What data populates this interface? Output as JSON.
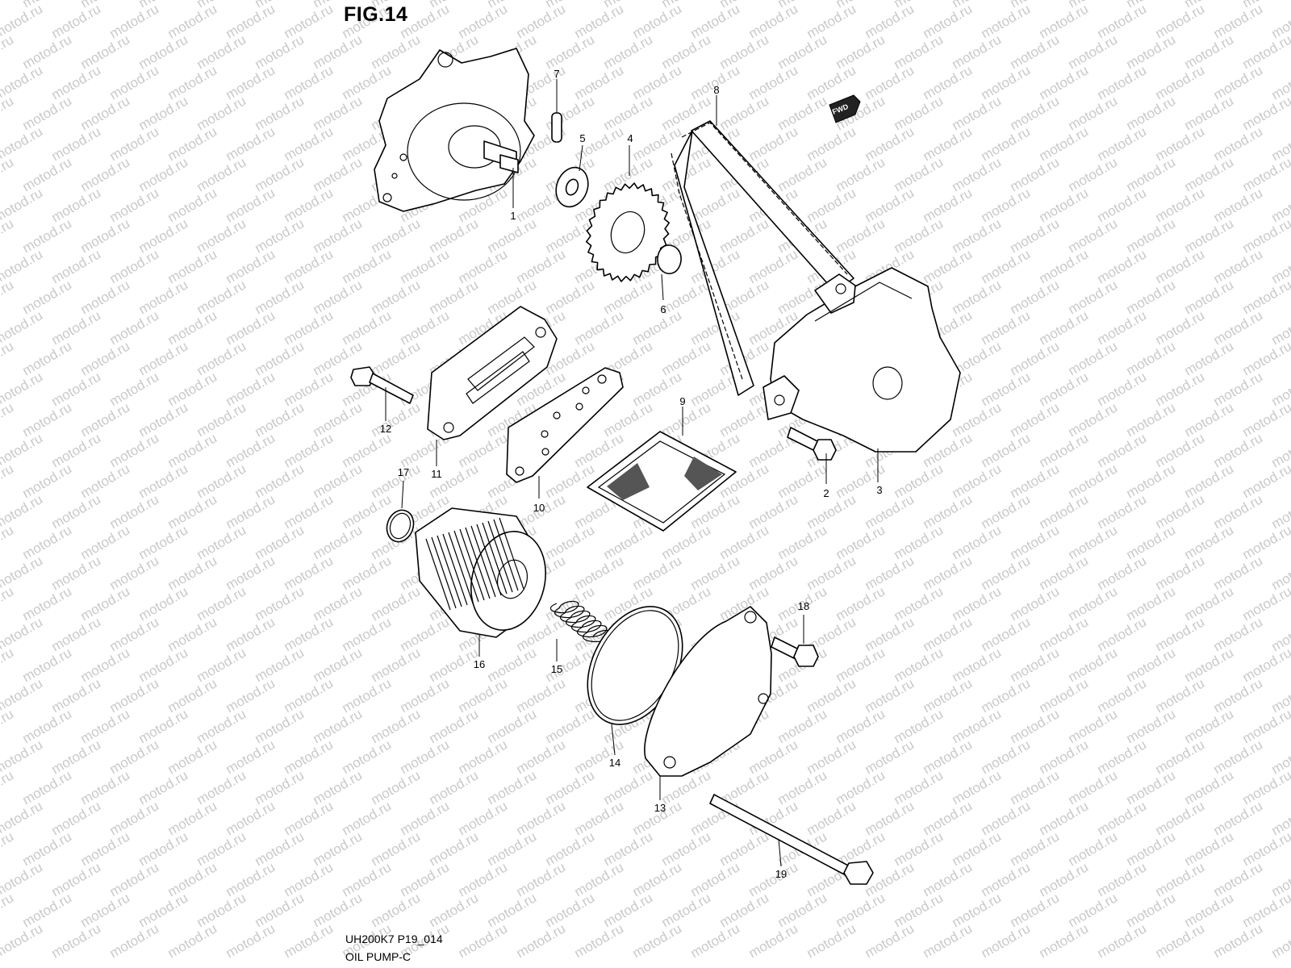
{
  "figure": {
    "title": "FIG.14",
    "code": "UH200K7 P19_014",
    "name": "OIL PUMP-C"
  },
  "watermark": {
    "text": "motod.ru",
    "color": "#c9c9c9"
  },
  "fwd_badge": {
    "text": "FWD"
  },
  "parts": [
    {
      "num": "1"
    },
    {
      "num": "2"
    },
    {
      "num": "3"
    },
    {
      "num": "4"
    },
    {
      "num": "5"
    },
    {
      "num": "6"
    },
    {
      "num": "7"
    },
    {
      "num": "8"
    },
    {
      "num": "9"
    },
    {
      "num": "10"
    },
    {
      "num": "11"
    },
    {
      "num": "12"
    },
    {
      "num": "13"
    },
    {
      "num": "14"
    },
    {
      "num": "15"
    },
    {
      "num": "16"
    },
    {
      "num": "17"
    },
    {
      "num": "18"
    },
    {
      "num": "19"
    }
  ]
}
